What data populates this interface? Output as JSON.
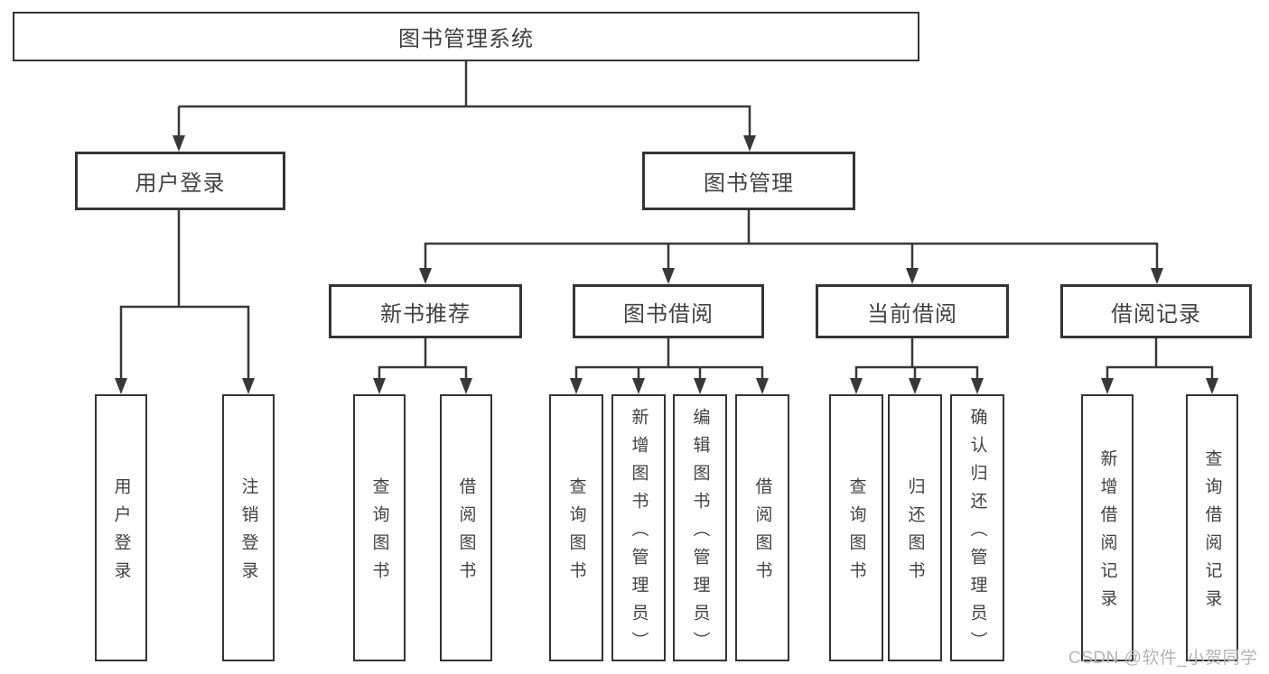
{
  "tree": {
    "root": {
      "label": "图书管理系统"
    },
    "branches": [
      {
        "label": "用户登录",
        "children": [
          {
            "label": "用户登录"
          },
          {
            "label": "注销登录"
          }
        ]
      },
      {
        "label": "图书管理",
        "children": [
          {
            "label": "新书推荐",
            "children": [
              {
                "label": "查询图书"
              },
              {
                "label": "借阅图书"
              }
            ]
          },
          {
            "label": "图书借阅",
            "children": [
              {
                "label": "查询图书"
              },
              {
                "label": "新增图书（管理员）"
              },
              {
                "label": "编辑图书（管理员）"
              },
              {
                "label": "借阅图书"
              }
            ]
          },
          {
            "label": "当前借阅",
            "children": [
              {
                "label": "查询图书"
              },
              {
                "label": "归还图书"
              },
              {
                "label": "确认归还（管理员）"
              }
            ]
          },
          {
            "label": "借阅记录",
            "children": [
              {
                "label": "新增借阅记录"
              },
              {
                "label": "查询借阅记录"
              }
            ]
          }
        ]
      }
    ]
  },
  "watermark": {
    "text": "CSDN @软件_小贺同学"
  },
  "colors": {
    "line": "#383838",
    "box_border": "#343434",
    "text": "#424242",
    "watermark": "#b5b5b5",
    "background": "#ffffff"
  }
}
